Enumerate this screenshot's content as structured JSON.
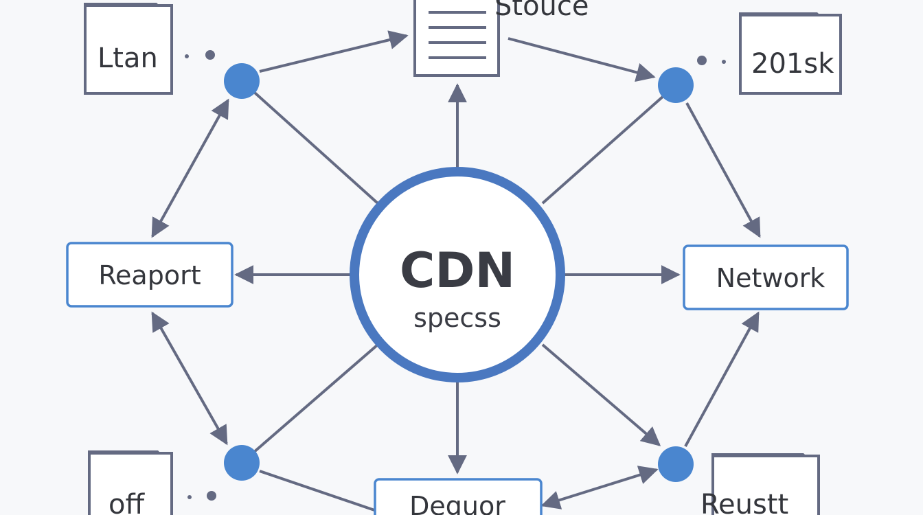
{
  "diagram": {
    "hub": {
      "title": "CDN",
      "subtitle": "specss"
    },
    "top_document": {
      "label": "Stouce"
    },
    "top_left_folder": {
      "label": "Ltan"
    },
    "top_right_folder": {
      "label": "201sk"
    },
    "bottom_left_folder": {
      "label": "off"
    },
    "bottom_right_folder": {
      "label": "Reustt"
    },
    "left_box": {
      "label": "Reaport"
    },
    "right_box": {
      "label": "Network"
    },
    "bottom_box": {
      "label": "Deguor"
    }
  },
  "colors": {
    "background": "#f7f8fa",
    "accent_blue": "#4a86cf",
    "edge_gray": "#646a82",
    "text": "#34363c"
  }
}
